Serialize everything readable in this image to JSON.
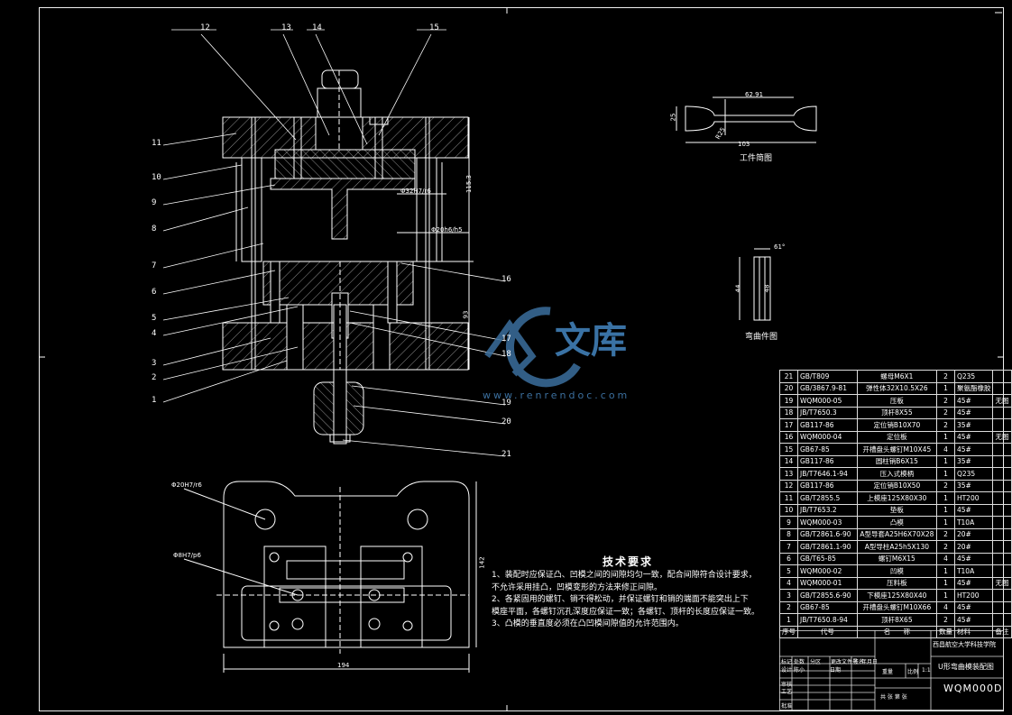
{
  "drawing": {
    "callouts": [
      "1",
      "2",
      "3",
      "4",
      "5",
      "6",
      "7",
      "8",
      "9",
      "10",
      "11",
      "12",
      "13",
      "14",
      "15",
      "16",
      "17",
      "18",
      "19",
      "20",
      "21"
    ],
    "dims": {
      "height_top": "115.3",
      "height_low": "93",
      "fit_top": "Φ32H7/r6",
      "fit_mid": "Φ20h6/h5",
      "width_bottom": "194",
      "depth_right": "142",
      "hole_1": "Φ20H7/r6",
      "hole_2": "Φ8H7/p6"
    },
    "workpiece": {
      "title": "工件简图",
      "dim_len": "62.91",
      "dim_total": "103",
      "dim_h": "25",
      "dim_r": "R25"
    },
    "bent": {
      "title": "弯曲件图",
      "dim_a": "61°",
      "dim_h": "44",
      "dim_h2": "48"
    }
  },
  "tech_requirements": {
    "title": "技术要求",
    "lines": [
      "1、装配时应保证凸、凹模之间的间隙均匀一致，配合间隙符合设计要求，",
      "   不允许采用挂凸，凹模变形的方法来修正间隙。",
      "2、各紧固用的螺钉、销不得松动，并保证螺钉和销的端面不能突出上下",
      "   模座平面，各螺钉沉孔深度应保证一致；各螺钉、顶杆的长度应保证一致。",
      "3、凸模的垂直度必须在凸凹模间隙值的允许范围内。"
    ]
  },
  "bom": {
    "rows": [
      [
        "21",
        "GB/T809",
        "螺母M6X1",
        "2",
        "Q235",
        ""
      ],
      [
        "20",
        "GB/3867.9-81",
        "弹性体32X10.5X26",
        "1",
        "聚氨酯橡胶",
        ""
      ],
      [
        "19",
        "WQM000-05",
        "压板",
        "2",
        "45#",
        "无图"
      ],
      [
        "18",
        "JB/T7650.3",
        "顶杆8X55",
        "2",
        "45#",
        ""
      ],
      [
        "17",
        "GB117-86",
        "定位销B10X70",
        "2",
        "35#",
        ""
      ],
      [
        "16",
        "WQM000-04",
        "定位板",
        "1",
        "45#",
        "无图"
      ],
      [
        "15",
        "GB67-85",
        "开槽盘头螺钉M10X45",
        "4",
        "45#",
        ""
      ],
      [
        "14",
        "GB117-86",
        "圆柱销B6X15",
        "1",
        "35#",
        ""
      ],
      [
        "13",
        "JB/T7646.1-94",
        "压入式模柄",
        "1",
        "Q235",
        ""
      ],
      [
        "12",
        "GB117-86",
        "定位销B10X50",
        "2",
        "35#",
        ""
      ],
      [
        "11",
        "GB/T2855.5",
        "上模座125X80X30",
        "1",
        "HT200",
        ""
      ],
      [
        "10",
        "JB/T7653.2",
        "垫板",
        "1",
        "45#",
        ""
      ],
      [
        "9",
        "WQM000-03",
        "凸模",
        "1",
        "T10A",
        ""
      ],
      [
        "8",
        "GB/T2861.6-90",
        "A型导套A25H6X70X28",
        "2",
        "20#",
        ""
      ],
      [
        "7",
        "GB/T2861.1-90",
        "A型导柱A25h5X130",
        "2",
        "20#",
        ""
      ],
      [
        "6",
        "GB/T65-85",
        "螺钉M6X15",
        "4",
        "45#",
        ""
      ],
      [
        "5",
        "WQM000-02",
        "凹模",
        "1",
        "T10A",
        ""
      ],
      [
        "4",
        "WQM000-01",
        "压料板",
        "1",
        "45#",
        "无图"
      ],
      [
        "3",
        "GB/T2855.6-90",
        "下模座125X80X40",
        "1",
        "HT200",
        ""
      ],
      [
        "2",
        "GB67-85",
        "开槽盘头螺钉M10X66",
        "4",
        "45#",
        ""
      ],
      [
        "1",
        "JB/T7650.8-94",
        "顶杆8X65",
        "2",
        "45#",
        ""
      ]
    ],
    "header": [
      "序号",
      "代号",
      "名",
      "称",
      "数量",
      "材料",
      "备注"
    ]
  },
  "title_block": {
    "school": "西昌航空大学科技学院",
    "drawing_name": "U形弯曲模装配图",
    "code": "WQM000D",
    "scale": "比例",
    "scale_val": "1:1",
    "sheet": "共  张  第  张",
    "weight": "重量",
    "rows_left": [
      "标记",
      "处数",
      "分区",
      "更改文件号",
      "签名",
      "年月日"
    ],
    "roles": [
      "设计",
      "审核",
      "工艺",
      "批准"
    ],
    "designer": "陈小",
    "date": "日期"
  },
  "watermark": {
    "text": "文库",
    "url": "www.renrendoc.com"
  }
}
